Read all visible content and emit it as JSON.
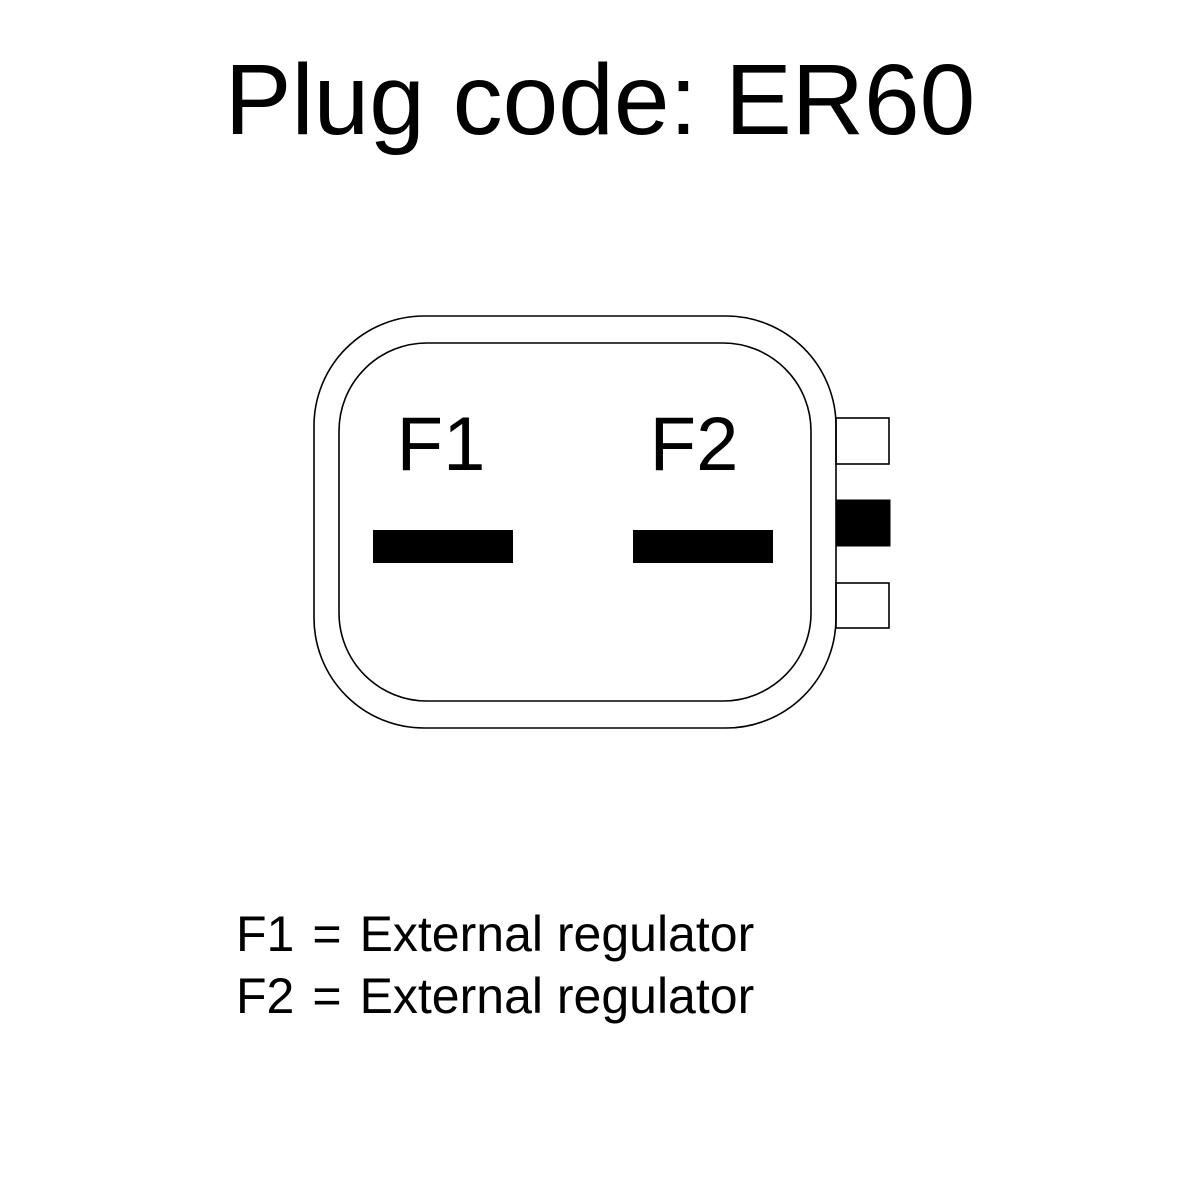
{
  "title": "Plug code: ER60",
  "pins": [
    {
      "label": "F1"
    },
    {
      "label": "F2"
    }
  ],
  "legend": [
    {
      "pin": "F1",
      "sign": "=",
      "description": "External regulator"
    },
    {
      "pin": "F2",
      "sign": "=",
      "description": "External regulator"
    }
  ],
  "colors": {
    "stroke": "#000000",
    "background": "#ffffff"
  }
}
